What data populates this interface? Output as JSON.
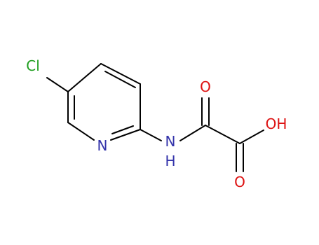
{
  "molecule": {
    "atoms": {
      "cl": "Cl",
      "n_ring": "N",
      "n_amide": "N",
      "h_amide": "H",
      "o_keto": "O",
      "o_hydroxyl": "OH",
      "o_carbonyl": "O"
    },
    "colors": {
      "bond": "#000000",
      "chlorine": "#1f9e1f",
      "nitrogen": "#3333aa",
      "oxygen": "#dd1111"
    }
  }
}
